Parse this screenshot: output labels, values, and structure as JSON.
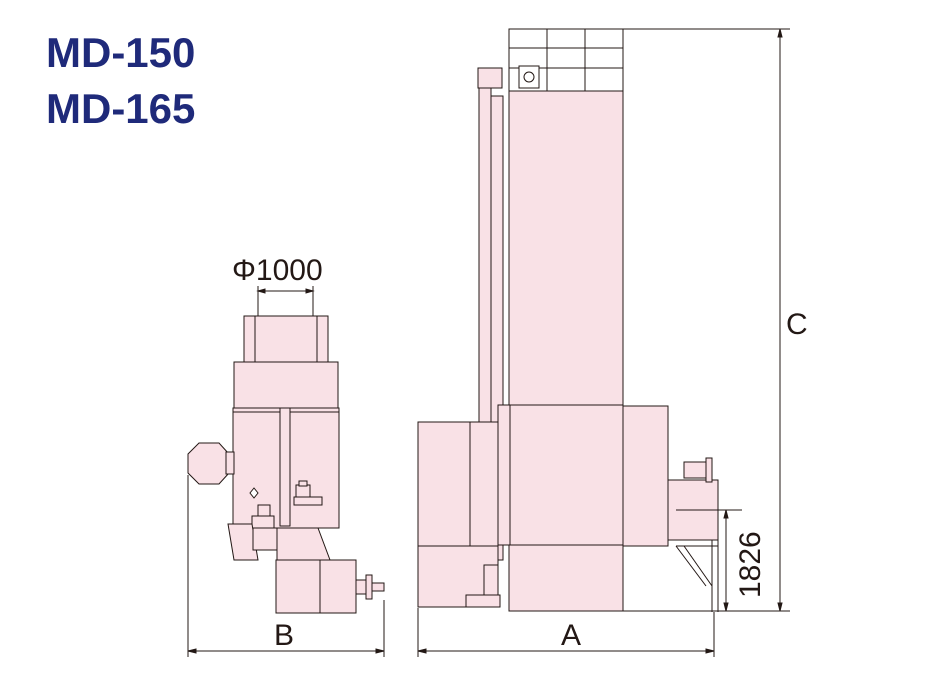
{
  "titles": [
    "MD-150",
    "MD-165"
  ],
  "dimensions": {
    "diameter": "Φ1000",
    "a": "A",
    "b": "B",
    "c": "C",
    "height": "1826"
  },
  "colors": {
    "title": "#1f2a7a",
    "body_fill": "#f9e1e6",
    "line": "#231815"
  }
}
